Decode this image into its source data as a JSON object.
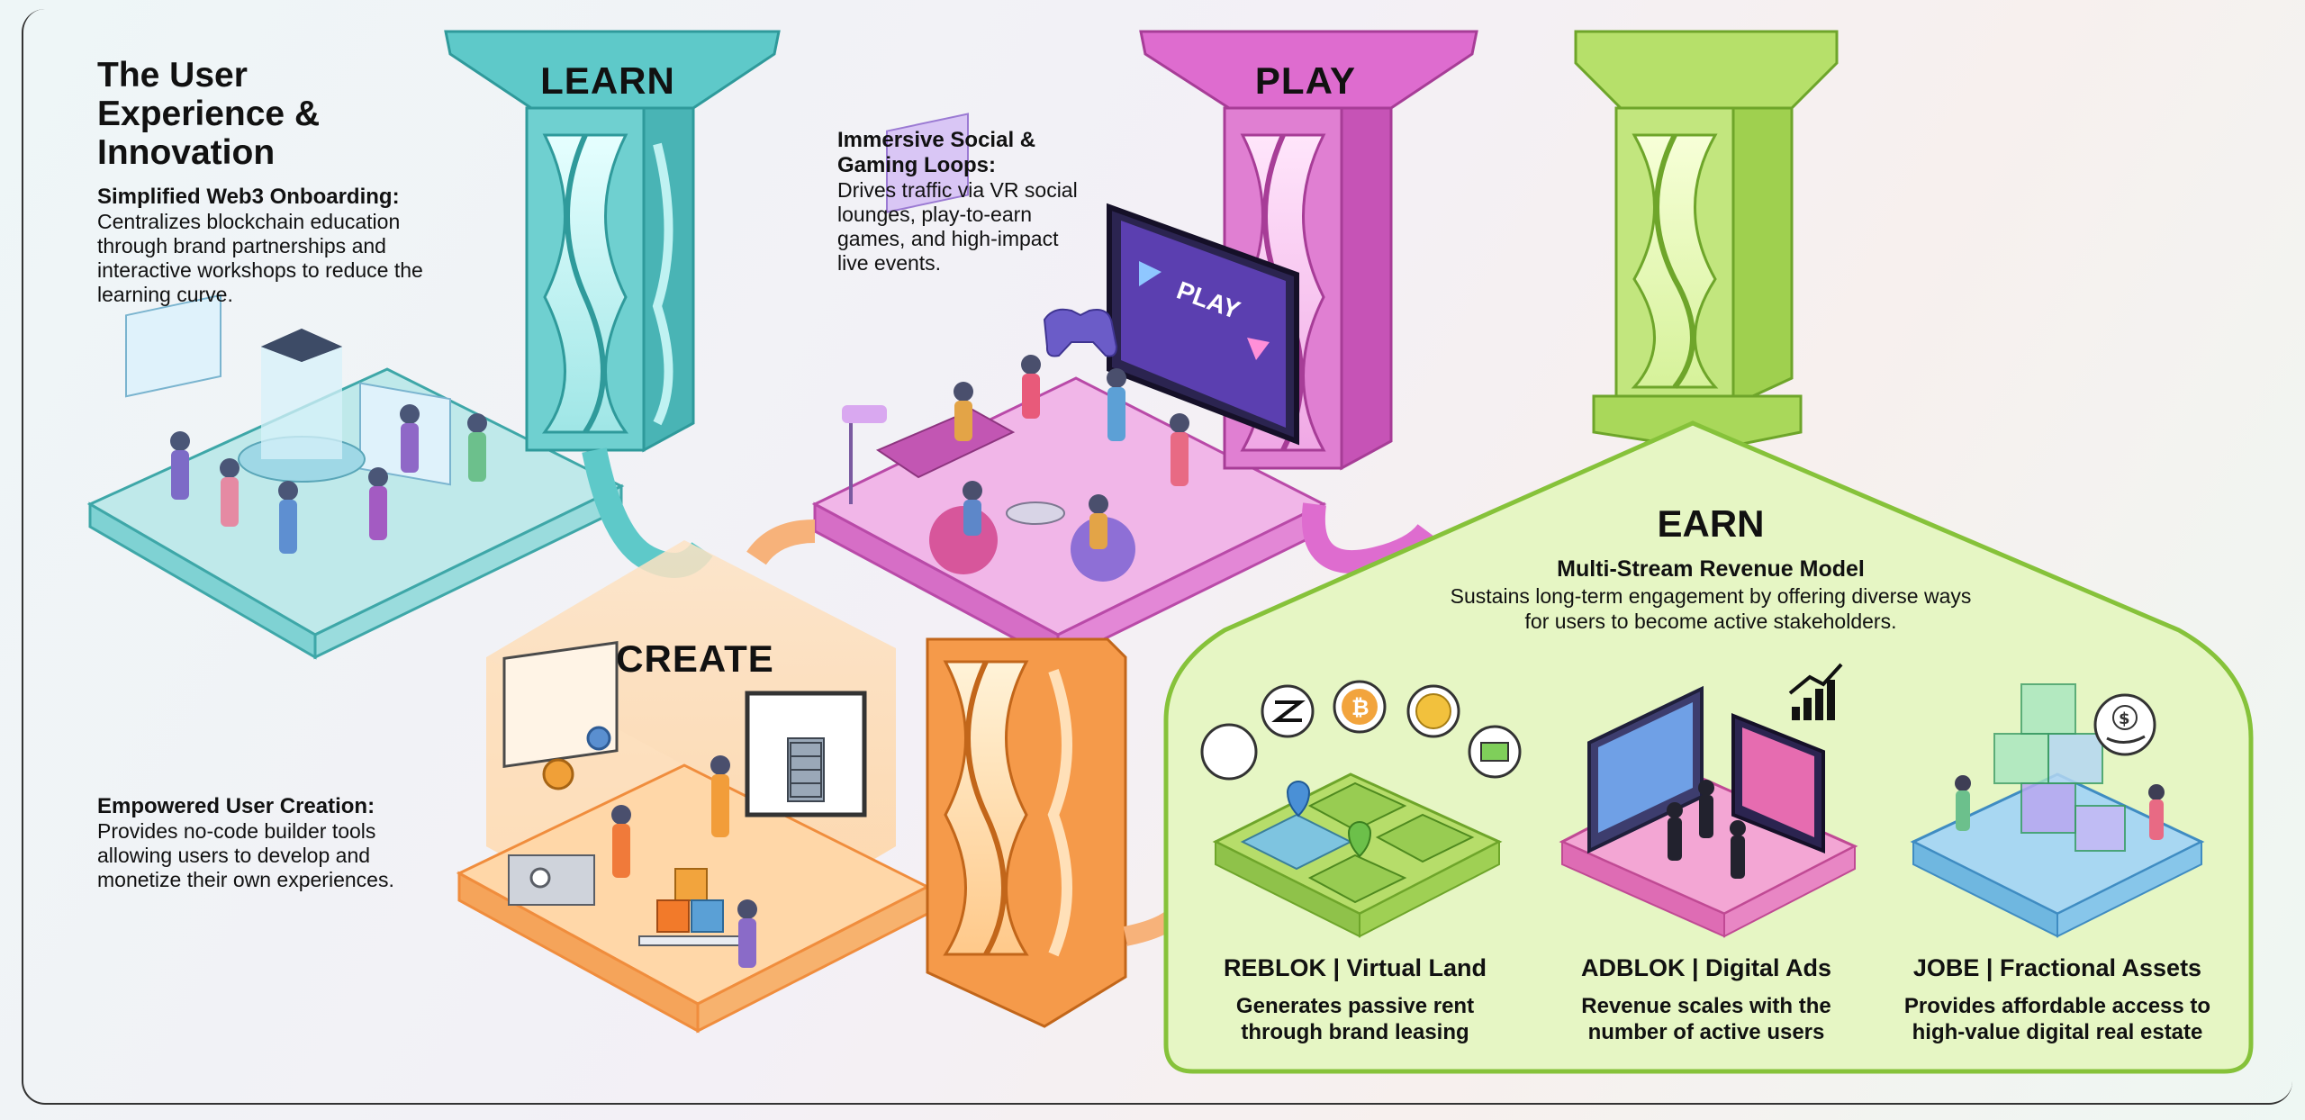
{
  "main_title": "The User Experience & Innovation",
  "learn": {
    "label": "LEARN",
    "heading": "Simplified Web3 Onboarding:",
    "description": "Centralizes blockchain education through brand partnerships and interactive workshops to reduce the learning curve."
  },
  "play": {
    "label": "PLAY",
    "heading": "Immersive Social & Gaming Loops:",
    "description": "Drives traffic via VR social lounges, play-to-earn games, and high-impact live events.",
    "screen_text": "PLAY"
  },
  "create": {
    "label": "CREATE",
    "heading": "Empowered User Creation:",
    "description": "Provides no-code builder tools allowing users to develop and monetize their own experiences."
  },
  "earn": {
    "label": "EARN",
    "subtitle": "Multi-Stream Revenue Model",
    "description": "Sustains long-term engagement by offering diverse ways for users to become active stakeholders.",
    "streams": [
      {
        "title": "REBLOK | Virtual Land",
        "description": "Generates passive rent through brand leasing"
      },
      {
        "title": "ADBLOK | Digital Ads",
        "description": "Revenue scales with the number of active users"
      },
      {
        "title": "JOBE | Fractional Assets",
        "description": "Provides affordable access to high-value digital real estate"
      }
    ]
  },
  "colors": {
    "learn": "#5ec9c9",
    "play": "#d65cc4",
    "create": "#f39a4a",
    "earn": "#b9e36a"
  },
  "icons": [
    "graduation-cap-icon",
    "book-icon",
    "profile-card-icon",
    "gamepad-icon",
    "gear-icon",
    "building-icon",
    "bitcoin-icon",
    "coin-icon",
    "cash-icon",
    "trend-chart-icon",
    "dollar-hand-icon",
    "map-pin-icon"
  ]
}
